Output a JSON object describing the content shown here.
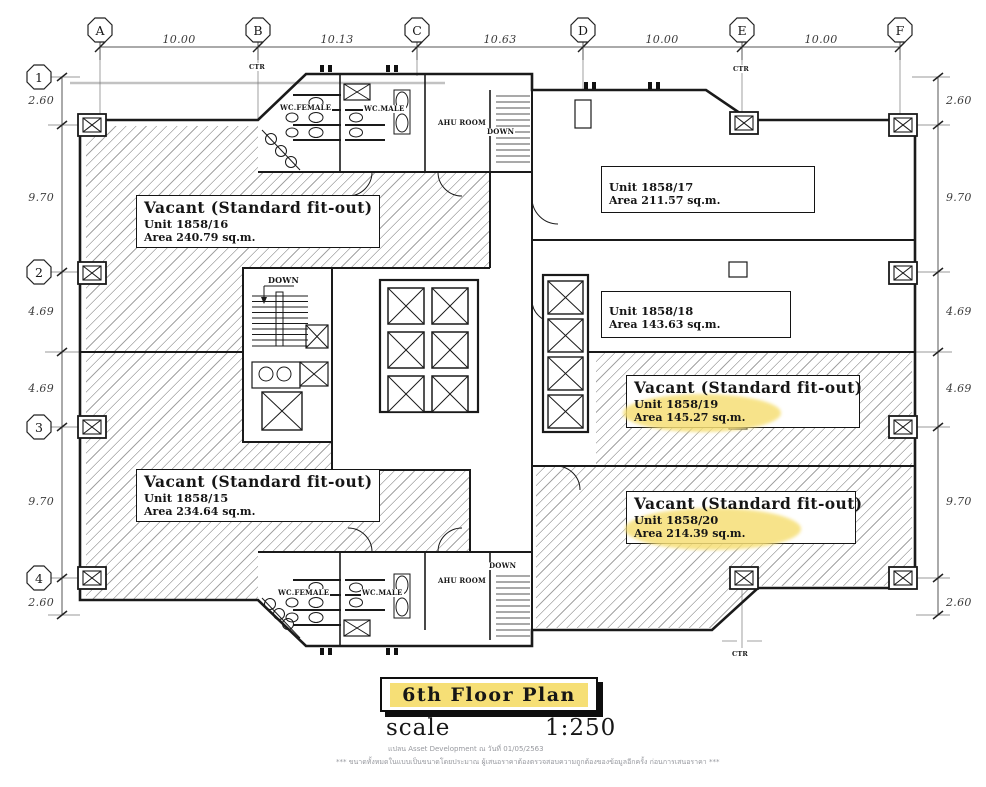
{
  "grid": {
    "columns": [
      "A",
      "B",
      "C",
      "D",
      "E",
      "F"
    ],
    "top_dims": [
      "10.00",
      "10.13",
      "10.63",
      "10.00",
      "10.00"
    ],
    "rows": [
      "1",
      "2",
      "3",
      "4"
    ],
    "left_dims": [
      "2.60",
      "9.70",
      "4.69",
      "4.69",
      "9.70",
      "2.60"
    ],
    "right_dims": [
      "2.60",
      "9.70",
      "4.69",
      "4.69",
      "9.70",
      "2.60"
    ]
  },
  "units": [
    {
      "vacant": "Vacant (Standard fit-out)",
      "unit": "Unit 1858/16",
      "area": "Area 240.79 sq.m.",
      "highlighted": false
    },
    {
      "unit": "Unit 1858/17",
      "area": "Area 211.57 sq.m.",
      "highlighted": false
    },
    {
      "unit": "Unit 1858/18",
      "area": "Area 143.63 sq.m.",
      "highlighted": false
    },
    {
      "vacant": "Vacant (Standard fit-out)",
      "unit": "Unit 1858/19",
      "area": "Area 145.27 sq.m.",
      "highlighted": true
    },
    {
      "vacant": "Vacant (Standard fit-out)",
      "unit": "Unit 1858/20",
      "area": "Area 214.39 sq.m.",
      "highlighted": true
    },
    {
      "vacant": "Vacant (Standard fit-out)",
      "unit": "Unit 1858/15",
      "area": "Area 234.64 sq.m.",
      "highlighted": false
    }
  ],
  "core_labels": {
    "wc_female": "WC.FEMALE",
    "wc_male": "WC.MALE",
    "ahu_room": "AHU ROOM",
    "down": "DOWN",
    "ctr": "CTR"
  },
  "title_block": {
    "title": "6th Floor Plan",
    "scale_label": "scale",
    "scale_value": "1:250"
  },
  "footnotes": {
    "line1": "แปลน Asset Development ณ วันที่ 01/05/2563",
    "line2": "*** ขนาดทั้งหมดในแบบเป็นขนาดโดยประมาณ ผู้เสนอราคาต้องตรวจสอบความถูกต้องของข้อมูลอีกครั้ง ก่อนการเสนอราคา ***"
  },
  "colors": {
    "highlight": "#f6df76",
    "wall": "#1a1a1a",
    "hatch_line": "#a3a3a3",
    "dim_text": "#3c3c3c"
  }
}
